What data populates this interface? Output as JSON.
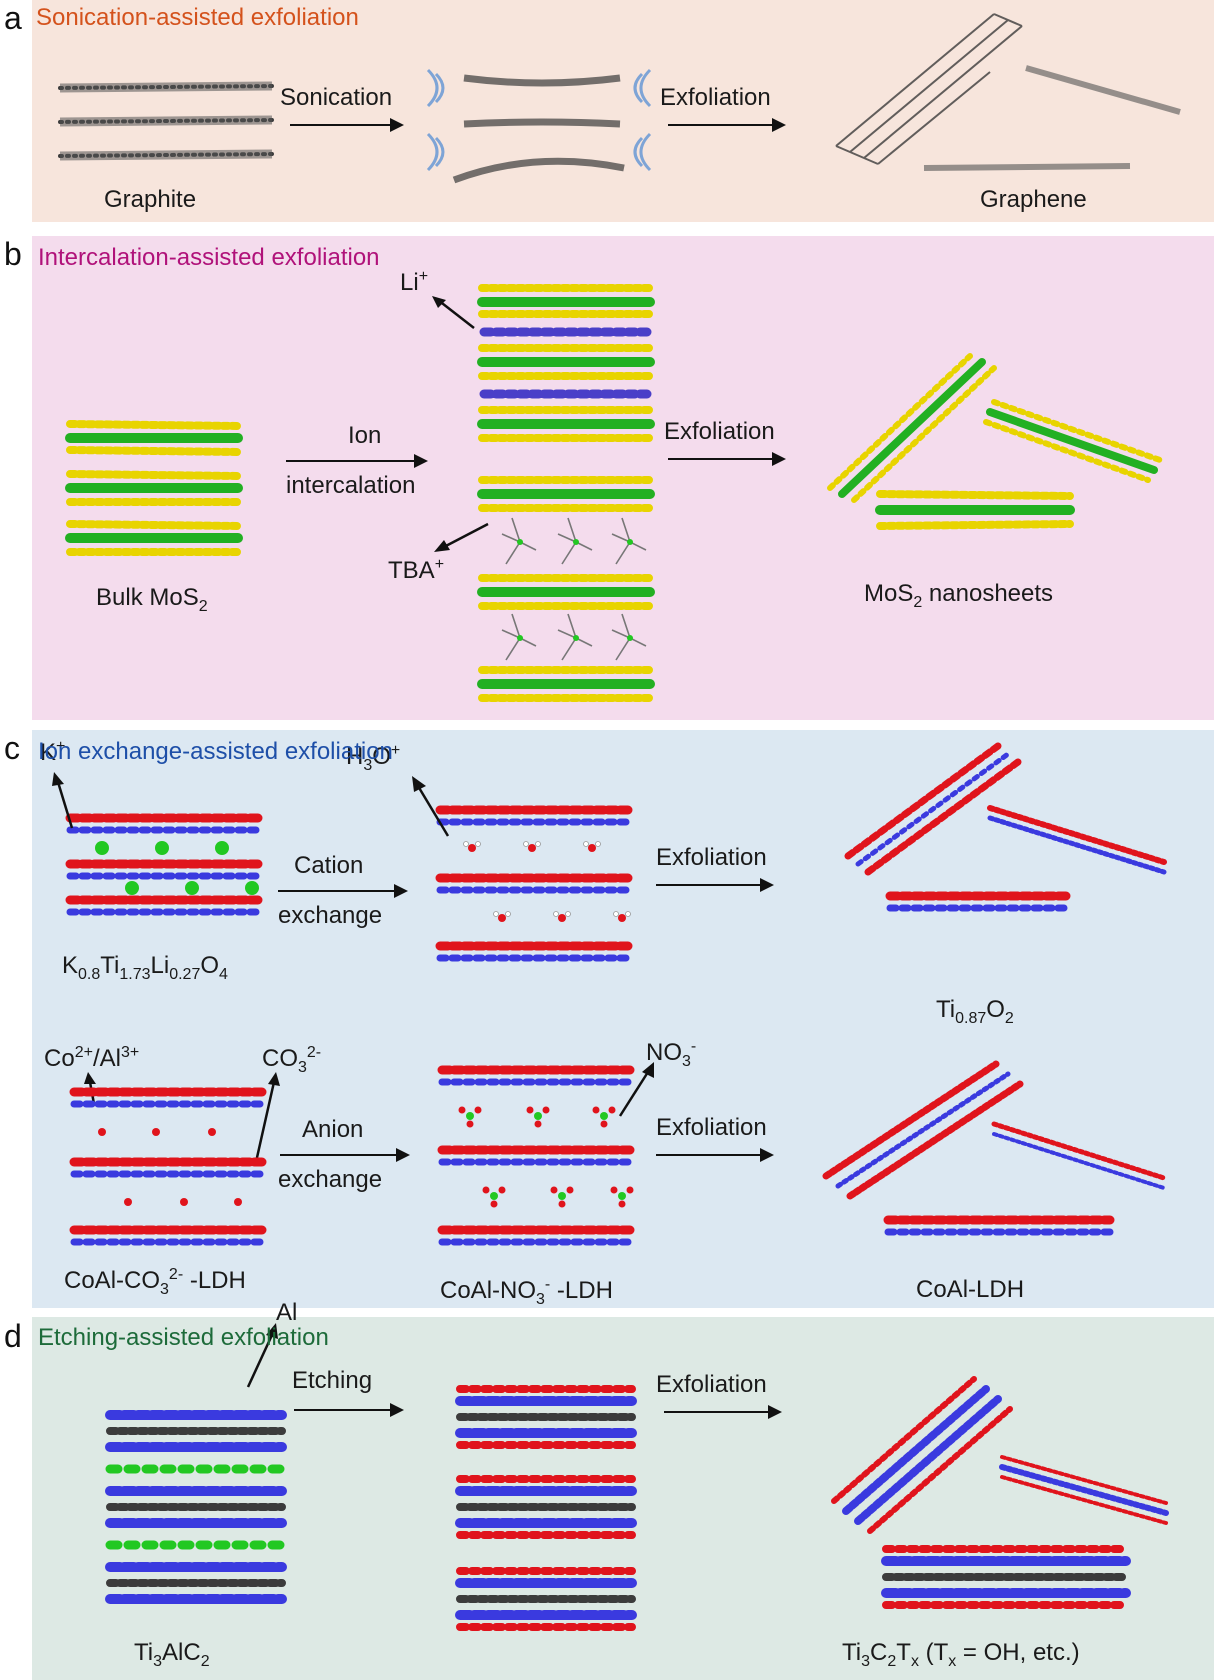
{
  "panels": {
    "a": {
      "letter": "a",
      "title": "Sonication-assisted exfoliation",
      "title_color": "#d4521c",
      "step1": "Sonication",
      "step2": "Exfoliation",
      "start": "Graphite",
      "end": "Graphene"
    },
    "b": {
      "letter": "b",
      "title": "Intercalation-assisted exfoliation",
      "title_color": "#b0127a",
      "start": {
        "pre": "Bulk MoS",
        "sub": "2"
      },
      "step1_line1": "Ion",
      "step1_line2": "intercalation",
      "li": {
        "pre": "Li",
        "sup": "+"
      },
      "tba": {
        "pre": "TBA",
        "sup": "+"
      },
      "step2": "Exfoliation",
      "end": {
        "pre": "MoS",
        "sub": "2",
        "post": " nanosheets"
      }
    },
    "c": {
      "letter": "c",
      "title": "Ion exchange-assisted exfoliation",
      "title_color": "#1e4fa8",
      "k": {
        "pre": "K",
        "sup": "+"
      },
      "h3o": {
        "pre": "H",
        "sub": "3",
        "mid": "O",
        "sup": "+"
      },
      "cation_line1": "Cation",
      "cation_line2": "exchange",
      "exfoliation1": "Exfoliation",
      "formula1": {
        "a": "K",
        "a_sub": "0.8",
        "b": "Ti",
        "b_sub": "1.73",
        "c": "Li",
        "c_sub": "0.27",
        "d": "O",
        "d_sub": "4"
      },
      "product1": {
        "a": "Ti",
        "a_sub": "0.87",
        "b": "O",
        "b_sub": "2"
      },
      "coal_ions": {
        "a": "Co",
        "a_sup": "2+",
        "b": "/Al",
        "b_sup": "3+"
      },
      "co3": {
        "pre": "CO",
        "sub": "3",
        "sup": "2-"
      },
      "no3": {
        "pre": "NO",
        "sub": "3",
        "sup": "-"
      },
      "anion_line1": "Anion",
      "anion_line2": "exchange",
      "exfoliation2": "Exfoliation",
      "ldh1": {
        "pre": "CoAl-CO",
        "sub": "3",
        "sup": "2-",
        "post": " -LDH"
      },
      "ldh2": {
        "pre": "CoAl-NO",
        "sub": "3",
        "sup": "-",
        "post": " -LDH"
      },
      "product2": "CoAl-LDH"
    },
    "d": {
      "letter": "d",
      "title": "Etching-assisted exfoliation",
      "title_color": "#1d6b3a",
      "al": "Al",
      "step1": "Etching",
      "step2": "Exfoliation",
      "start": {
        "a": "Ti",
        "a_sub": "3",
        "b": "AlC",
        "b_sub": "2"
      },
      "end": {
        "a": "Ti",
        "a_sub": "3",
        "b": "C",
        "b_sub": "2",
        "c": "T",
        "c_sub": "x",
        "d": " (T",
        "d_sub": "x",
        "e": " = OH, etc.)"
      }
    }
  },
  "colors": {
    "graphite": "#3c3c3c",
    "mo": "#22b022",
    "s": "#e8d400",
    "li": "#4a3fc8",
    "ti": "#3a3adf",
    "o": "#e0141c",
    "k": "#22c822",
    "c": "#3c3c3c",
    "sound": "#7ea4d6"
  }
}
